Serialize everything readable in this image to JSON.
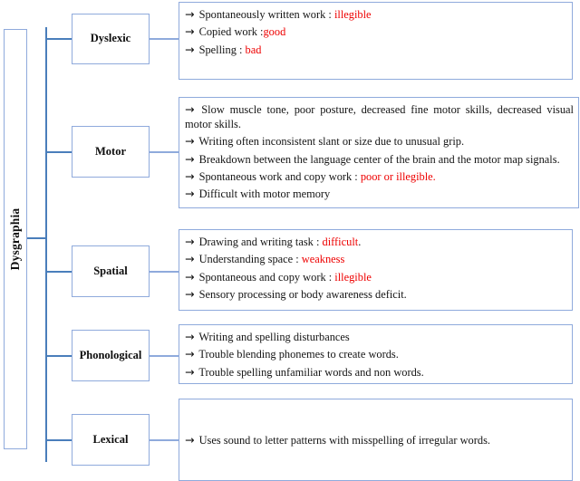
{
  "diagram": {
    "title": "Dysgraphia types and characteristics flowchart",
    "root": {
      "label": "Dysgraphia",
      "orientation": "vertical-rotated"
    },
    "colors": {
      "trunk_line": "#4a7ebb",
      "box_border": "#8faadc",
      "highlight_text": "#ee0000",
      "body_text": "#141414",
      "background": "#ffffff"
    },
    "arrow_glyph": "→",
    "branches": [
      {
        "id": "dyslexic",
        "label": "Dyslexic",
        "lines": [
          {
            "prefix": "Spontaneously written work : ",
            "highlight": "illegible",
            "suffix": ""
          },
          {
            "prefix": "Copied work :",
            "highlight": "good",
            "suffix": ""
          },
          {
            "prefix": "Spelling : ",
            "highlight": "bad",
            "suffix": ""
          }
        ]
      },
      {
        "id": "motor",
        "label": "Motor",
        "lines": [
          {
            "prefix": "Slow muscle tone, poor posture, decreased fine motor skills, decreased visual motor skills.",
            "highlight": "",
            "suffix": ""
          },
          {
            "prefix": "Writing often inconsistent slant or size due to  unusual grip.",
            "highlight": "",
            "suffix": ""
          },
          {
            "prefix": "Breakdown between the  language  center of the  brain and  the motor  map signals.",
            "highlight": "",
            "suffix": ""
          },
          {
            "prefix": "Spontaneous work and copy work : ",
            "highlight": "  poor or illegible.",
            "suffix": ""
          },
          {
            "prefix": "Difficult with motor memory",
            "highlight": "",
            "suffix": ""
          }
        ]
      },
      {
        "id": "spatial",
        "label": "Spatial",
        "lines": [
          {
            "prefix": "Drawing and writing task : ",
            "highlight": "difficult",
            "suffix": "."
          },
          {
            "prefix": "Understanding space : ",
            "highlight": "weakness",
            "suffix": ""
          },
          {
            "prefix": "Spontaneous and copy work : ",
            "highlight": "illegible",
            "suffix": ""
          },
          {
            "prefix": "Sensory processing or body awareness deficit.",
            "highlight": "",
            "suffix": ""
          }
        ]
      },
      {
        "id": "phonological",
        "label": "Phonological",
        "lines": [
          {
            "prefix": "Writing and spelling  disturbances",
            "highlight": "",
            "suffix": ""
          },
          {
            "prefix": "Trouble  blending  phonemes to create words.",
            "highlight": "",
            "suffix": ""
          },
          {
            "prefix": " Trouble spelling unfamiliar words and non words.",
            "highlight": "",
            "suffix": ""
          }
        ]
      },
      {
        "id": "lexical",
        "label": "Lexical",
        "lines": [
          {
            "prefix": "Uses sound to  letter  patterns with  misspelling of irregular  words.",
            "highlight": "",
            "suffix": ""
          }
        ]
      }
    ]
  }
}
